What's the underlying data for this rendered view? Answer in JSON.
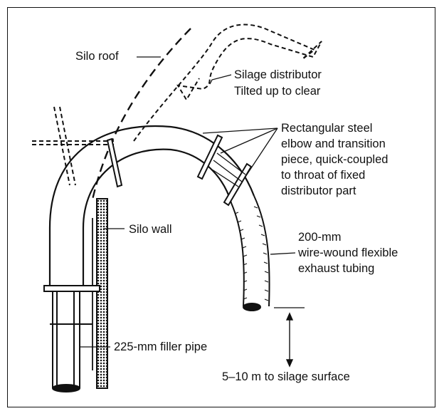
{
  "labels": {
    "silo_roof": "Silo roof",
    "distributor_1": "Silage distributor",
    "distributor_2": "Tilted up to clear",
    "elbow_1": "Rectangular steel",
    "elbow_2": "elbow and transition",
    "elbow_3": "piece, quick-coupled",
    "elbow_4": "to throat of fixed",
    "elbow_5": "distributor part",
    "silo_wall": "Silo wall",
    "tubing_1": "200-mm",
    "tubing_2": "wire-wound flexible",
    "tubing_3": "exhaust tubing",
    "filler_pipe": "225-mm filler pipe",
    "distance": "5–10 m to silage surface"
  },
  "colors": {
    "ink": "#111111",
    "paper": "#ffffff"
  }
}
